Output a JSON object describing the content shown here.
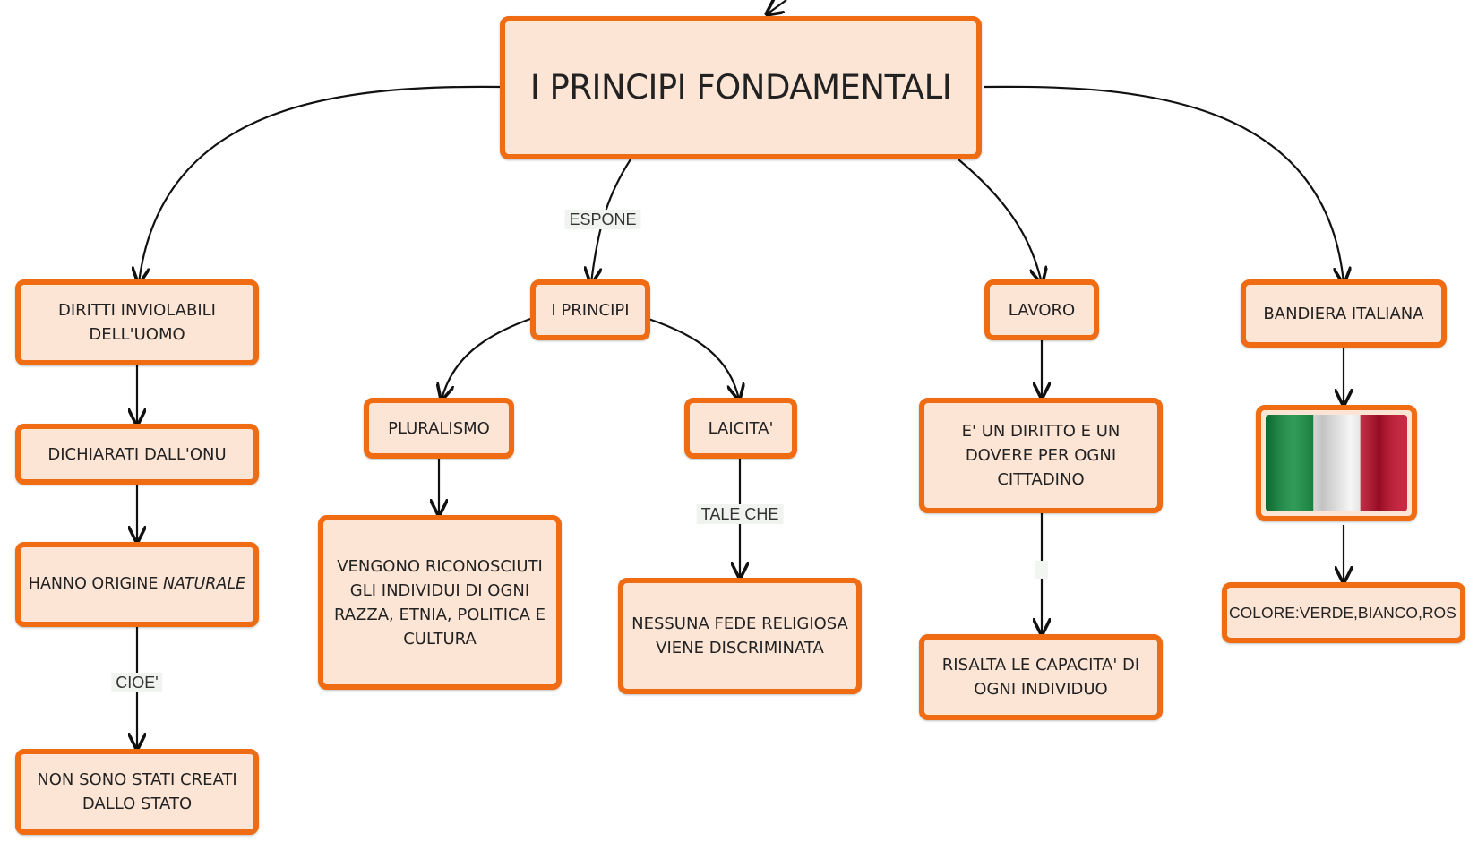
{
  "title": "I PRINCIPI FONDAMENTALI",
  "nodes": {
    "diritti": "DIRITTI INVIOLABILI DELL'UOMO",
    "dichiarati": "DICHIARATI DALL'ONU",
    "origine_prefix": "HANNO ORIGINE ",
    "origine_italic": "NATURALE",
    "non_creati": "NON SONO STATI CREATI DALLO STATO",
    "principi": "I PRINCIPI",
    "pluralismo": "PLURALISMO",
    "riconosciuti": "VENGONO RICONOSCIUTI GLI INDIVIDUI DI OGNI RAZZA, ETNIA, POLITICA E CULTURA",
    "laicita": "LAICITA'",
    "fede": "NESSUNA FEDE RELIGIOSA VIENE DISCRIMINATA",
    "lavoro": "LAVORO",
    "diritto_dovere": "E' UN DIRITTO E UN DOVERE PER OGNI CITTADINO",
    "capacita": "RISALTA LE CAPACITA' DI OGNI INDIVIDUO",
    "bandiera": "BANDIERA ITALIANA",
    "colore": "COLORE:VERDE,BIANCO,ROS"
  },
  "labels": {
    "espone": "ESPONE",
    "cioe": "CIOE'",
    "tale_che": "TALE CHE"
  },
  "icons": {
    "flag": "italian-flag-icon"
  },
  "colors": {
    "border": "#f06c12",
    "fill": "#fde5d6",
    "line": "#111111",
    "flag_green": "#0d8a3c",
    "flag_white": "#f4f4f4",
    "flag_red": "#c8102e"
  }
}
